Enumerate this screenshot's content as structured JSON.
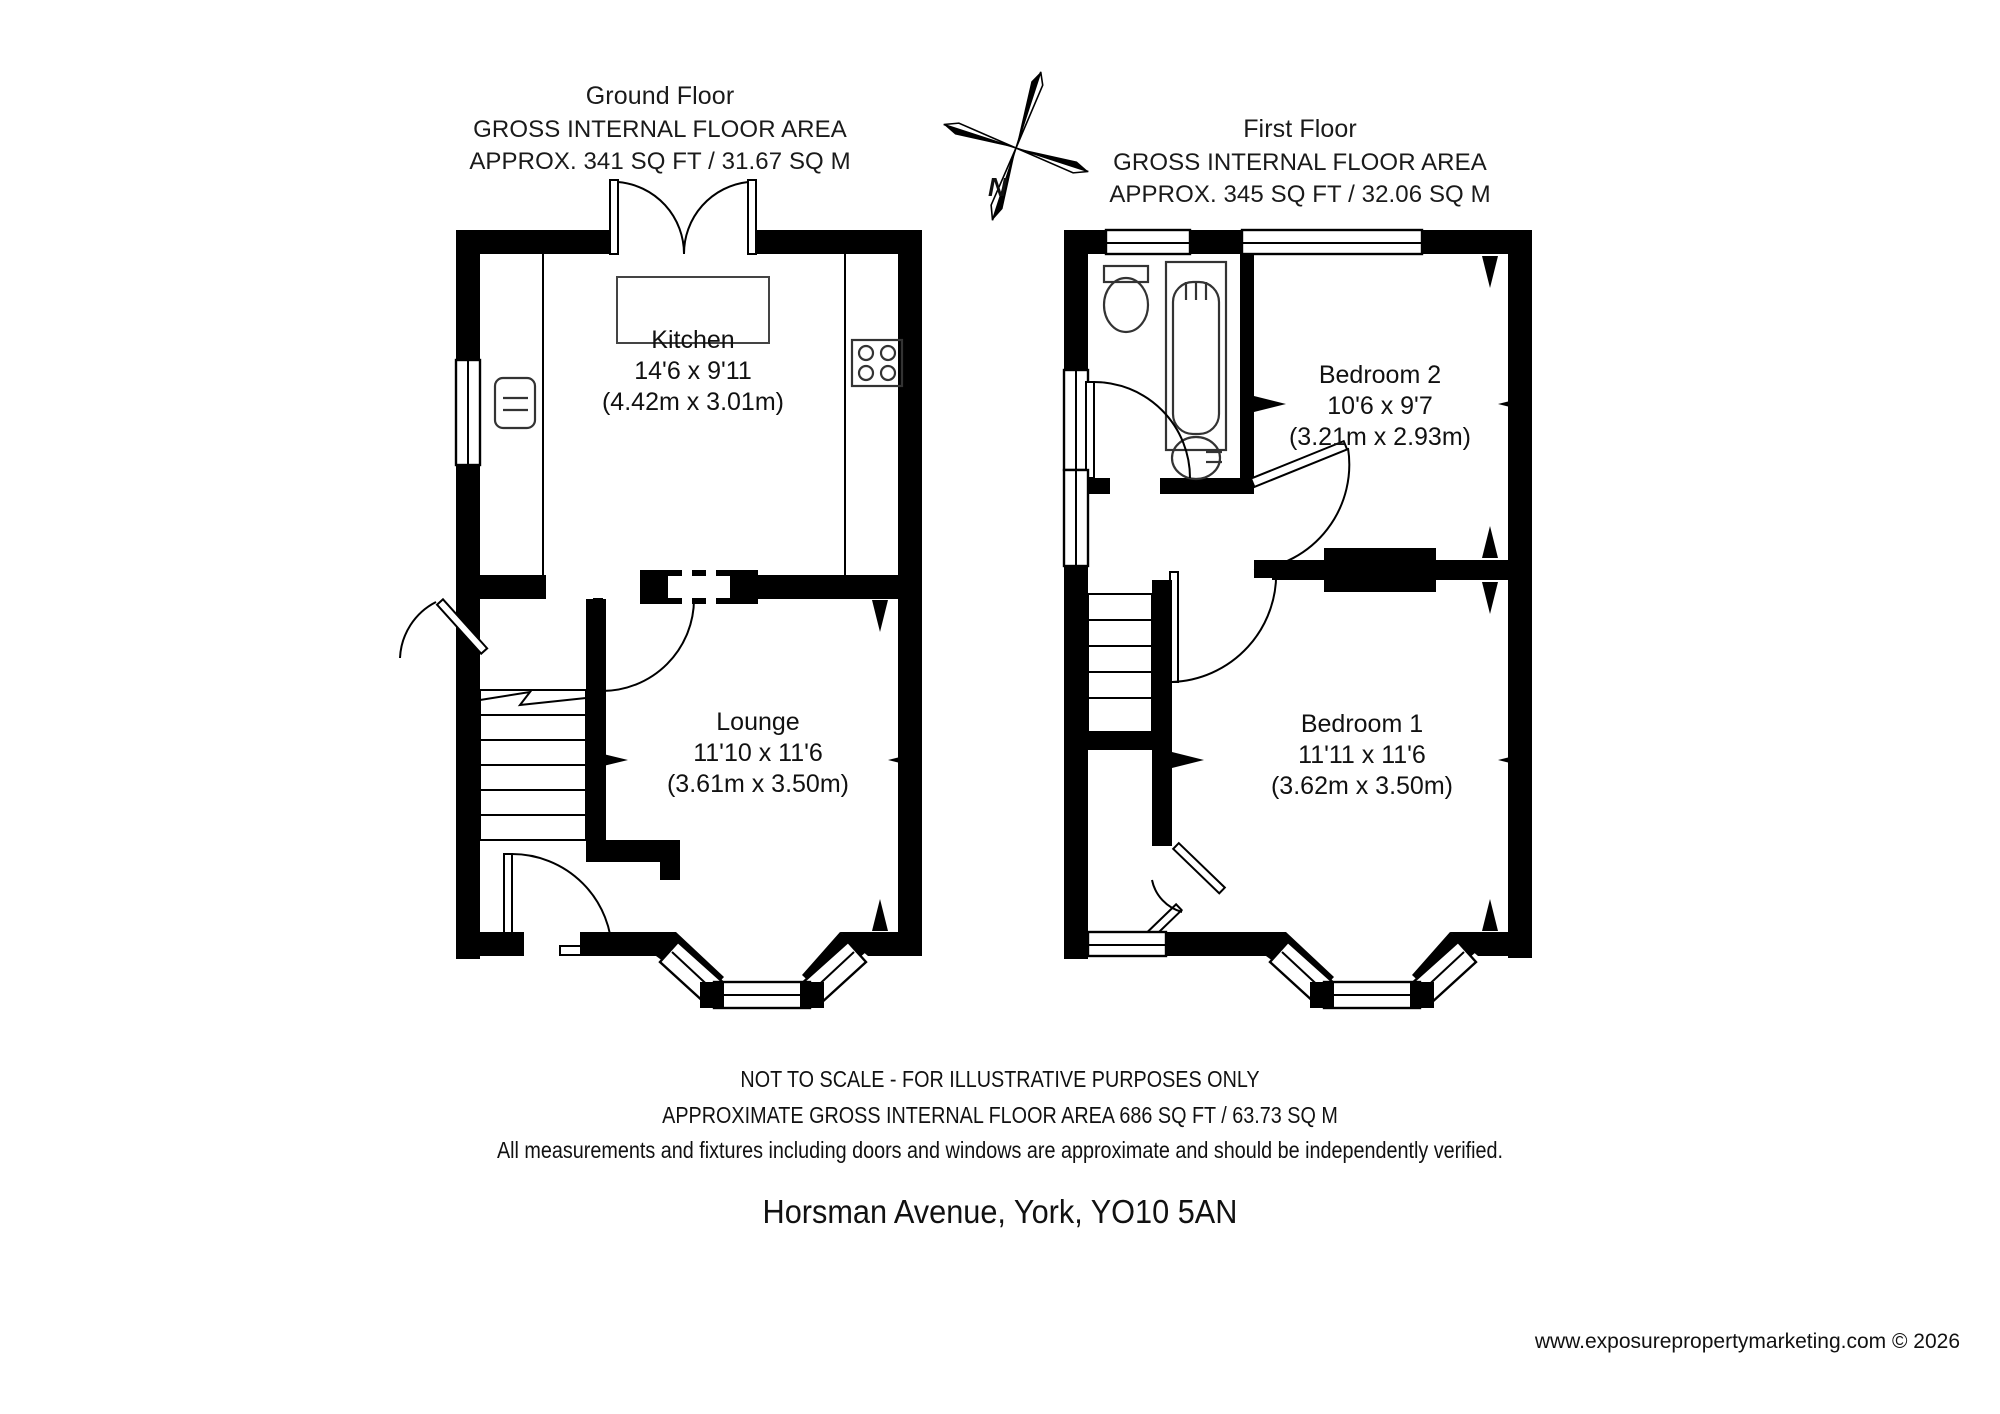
{
  "document": {
    "kind": "floor-plan",
    "address": "Horsman Avenue, York, YO10 5AN",
    "copyright": "www.exposurepropertymarketing.com © 2026"
  },
  "compass": {
    "icon": "compass-rose-icon",
    "north_label": "N"
  },
  "floors": [
    {
      "id": "ground",
      "title": "Ground Floor",
      "area_line1": "GROSS INTERNAL FLOOR AREA",
      "area_line2": "APPROX. 341 SQ FT / 31.67 SQ M",
      "rooms": [
        {
          "id": "kitchen",
          "name": "Kitchen",
          "dim_imperial": "14'6 x 9'11",
          "dim_metric": "(4.42m x 3.01m)",
          "fixtures": [
            "sink",
            "hob",
            "worktop-island"
          ]
        },
        {
          "id": "lounge",
          "name": "Lounge",
          "dim_imperial": "11'10 x 11'6",
          "dim_metric": "(3.61m x 3.50m)",
          "fixtures": [
            "staircase",
            "bay-window",
            "front-door"
          ]
        }
      ]
    },
    {
      "id": "first",
      "title": "First Floor",
      "area_line1": "GROSS INTERNAL FLOOR AREA",
      "area_line2": "APPROX. 345 SQ FT / 32.06 SQ M",
      "rooms": [
        {
          "id": "bedroom-2",
          "name": "Bedroom 2",
          "dim_imperial": "10'6 x 9'7",
          "dim_metric": "(3.21m x 2.93m)",
          "fixtures": []
        },
        {
          "id": "bedroom-1",
          "name": "Bedroom 1",
          "dim_imperial": "11'11 x 11'6",
          "dim_metric": "(3.62m x 3.50m)",
          "fixtures": [
            "bay-window",
            "staircase"
          ]
        },
        {
          "id": "bathroom",
          "name": "",
          "dim_imperial": "",
          "dim_metric": "",
          "fixtures": [
            "wc",
            "bath",
            "wash-basin"
          ]
        }
      ]
    }
  ],
  "disclaimer": {
    "line1": "NOT TO SCALE - FOR ILLUSTRATIVE PURPOSES ONLY",
    "line2": "APPROXIMATE GROSS INTERNAL FLOOR AREA 686 SQ FT / 63.73 SQ M",
    "line3": "All measurements and fixtures including doors and windows are approximate and should be independently verified."
  },
  "colors": {
    "wall": "#000000",
    "background": "#ffffff",
    "text": "#111111"
  }
}
